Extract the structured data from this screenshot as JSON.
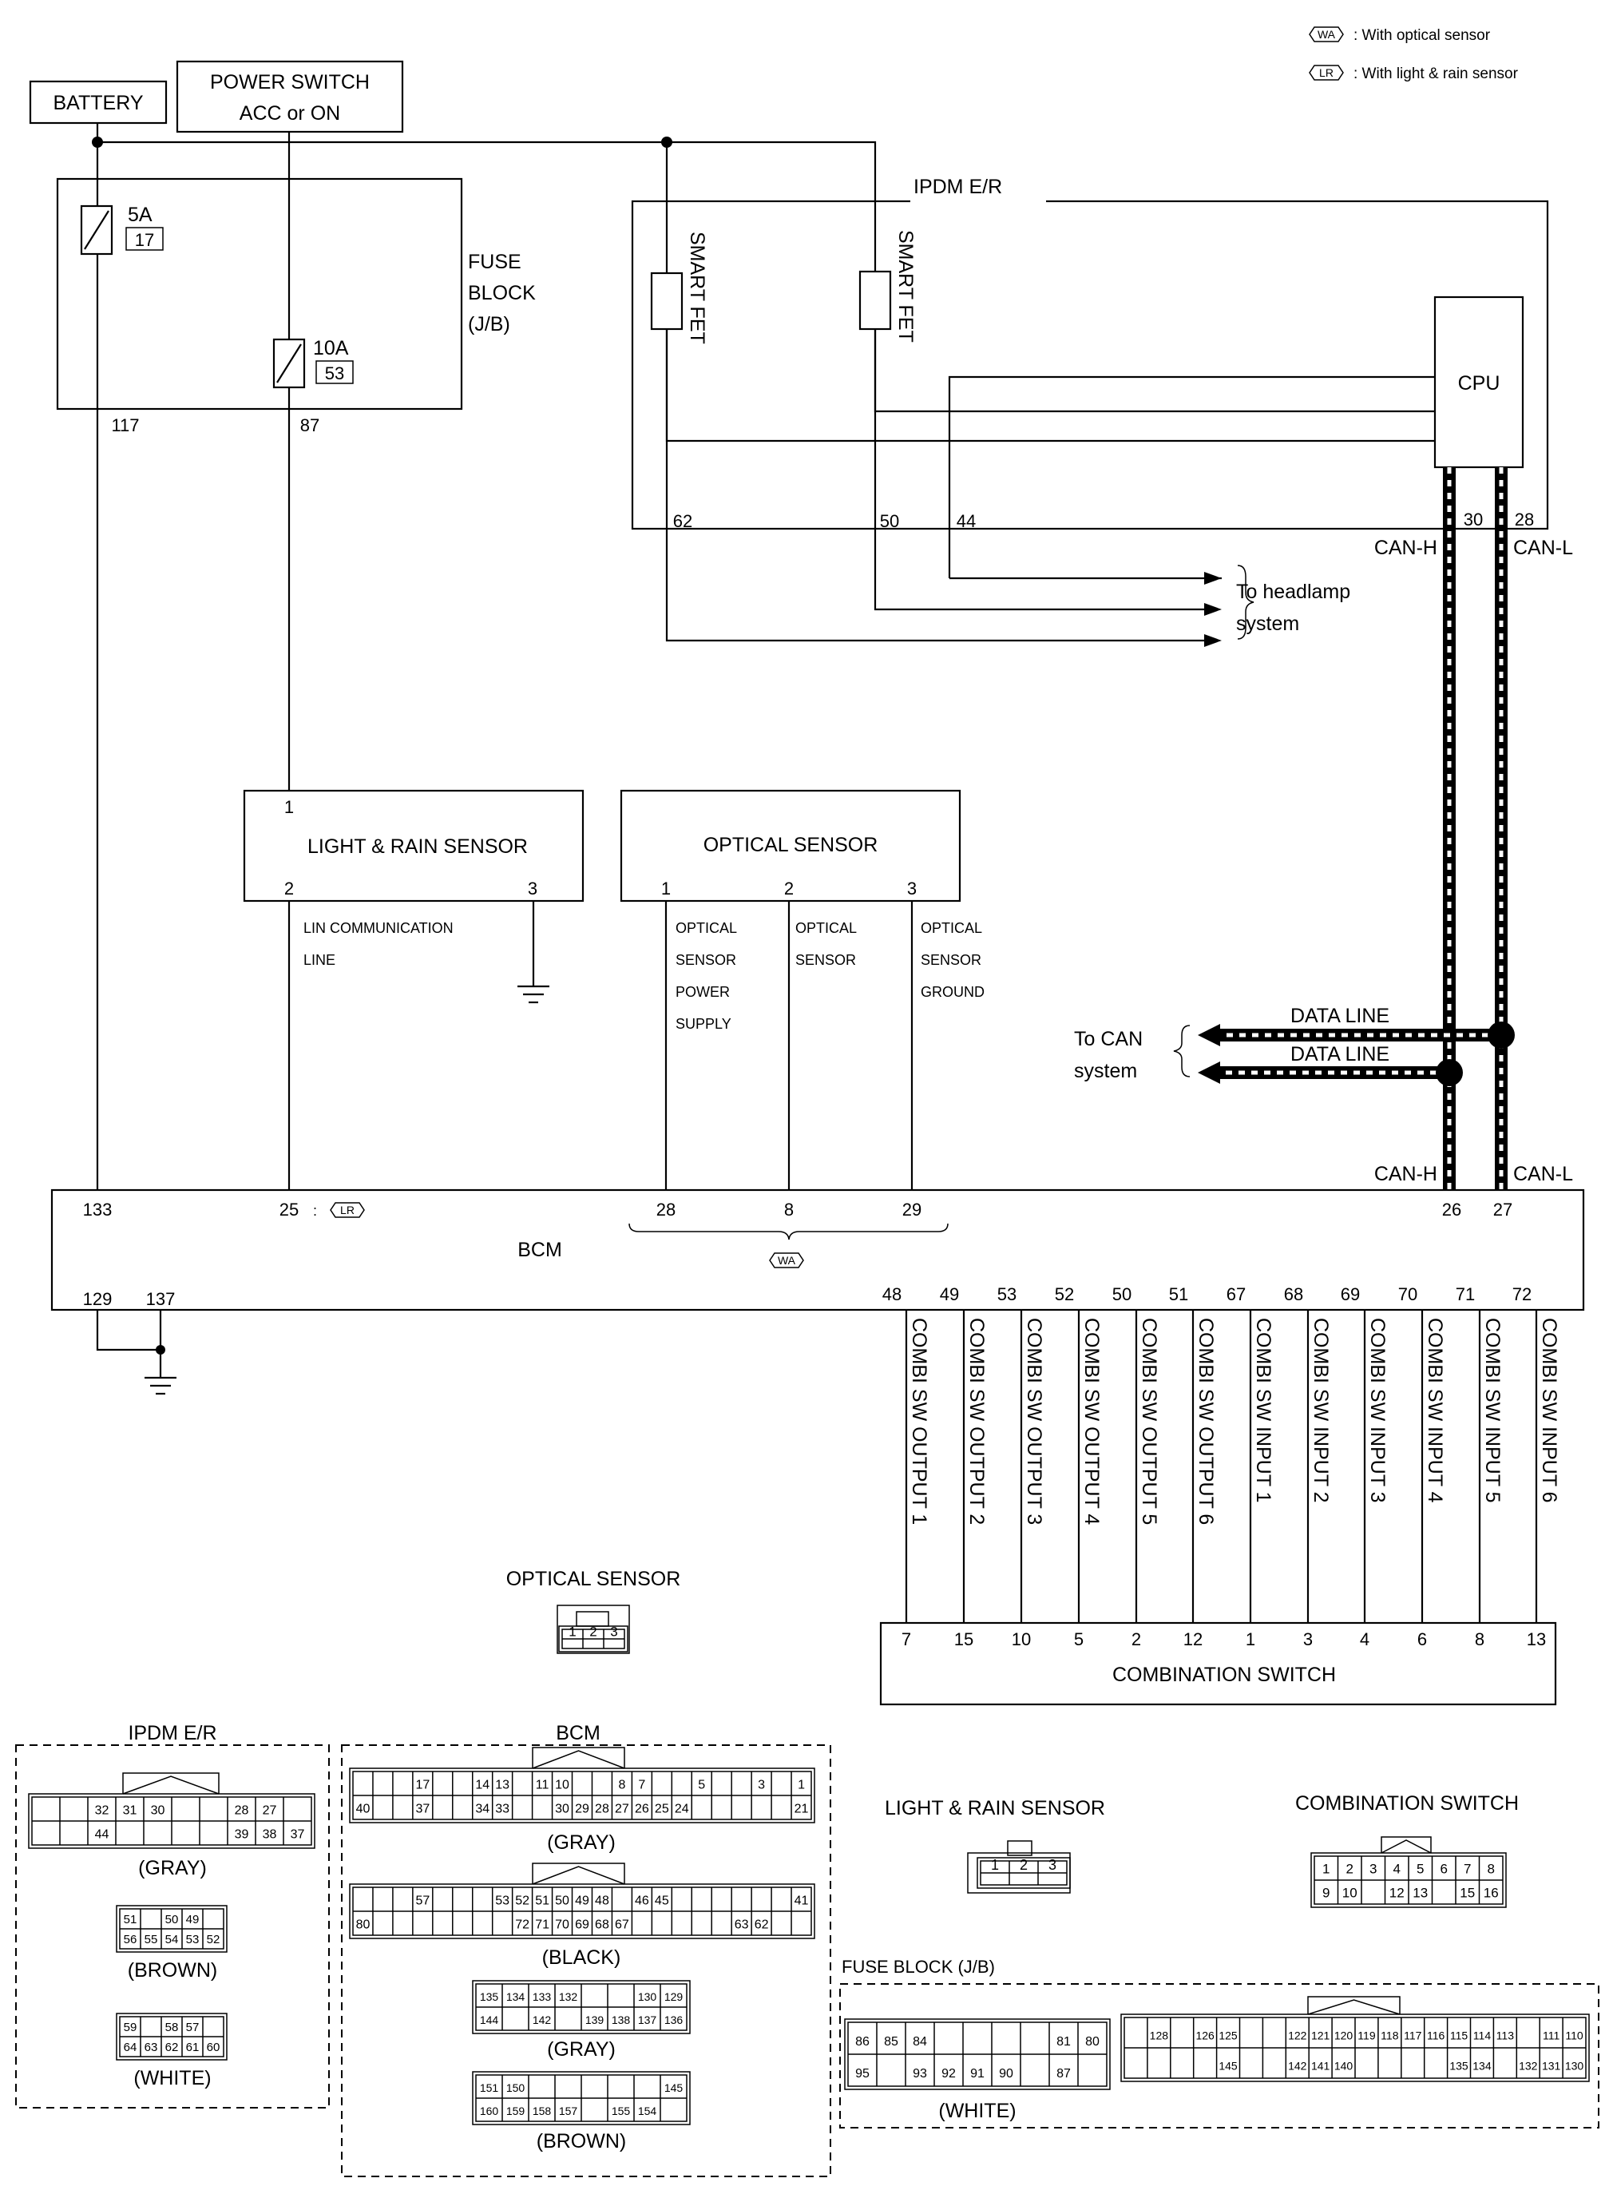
{
  "legend": {
    "wa_code": "WA",
    "wa_text": ": With optical sensor",
    "lr_code": "LR",
    "lr_text": ": With light & rain sensor"
  },
  "components": {
    "battery": "BATTERY",
    "power_switch": [
      "POWER SWITCH",
      "ACC or ON"
    ],
    "fuse_block": [
      "FUSE",
      "BLOCK",
      "(J/B)"
    ],
    "fuse_5a": "5A",
    "fuse_5a_no": "17",
    "fuse_10a": "10A",
    "fuse_10a_no": "53",
    "fuse_pin_117": "117",
    "fuse_pin_87": "87",
    "ipdm": "IPDM E/R",
    "smart_fet": "SMART FET",
    "cpu": "CPU",
    "ipdm_pins": {
      "p62": "62",
      "p50": "50",
      "p44": "44",
      "p30": "30",
      "p28": "28"
    },
    "can_h": "CAN-H",
    "can_l": "CAN-L",
    "headlamp": [
      "To headlamp",
      "system"
    ],
    "light_rain_sensor": "LIGHT & RAIN SENSOR",
    "lrs_pins": {
      "p1": "1",
      "p2": "2",
      "p3": "3"
    },
    "optical_sensor": "OPTICAL SENSOR",
    "os_pins": {
      "p1": "1",
      "p2": "2",
      "p3": "3"
    },
    "lin_line": [
      "LIN COMMUNICATION",
      "LINE"
    ],
    "os_power": [
      "OPTICAL",
      "SENSOR",
      "POWER",
      "SUPPLY"
    ],
    "os_signal": [
      "OPTICAL",
      "SENSOR"
    ],
    "os_ground": [
      "OPTICAL",
      "SENSOR",
      "GROUND"
    ],
    "to_can": [
      "To CAN",
      "system"
    ],
    "data_line": "DATA LINE",
    "bcm": "BCM",
    "bcm_top_pins": {
      "p133": "133",
      "p25": "25",
      "p28": "28",
      "p8": "8",
      "p29": "29",
      "p26": "26",
      "p27": "27"
    },
    "bcm_ground_pins": {
      "p129": "129",
      "p137": "137"
    },
    "combi_switch": "COMBINATION SWITCH"
  },
  "combi_wires": [
    {
      "bcm_pin": "48",
      "label": "COMBI SW OUTPUT 1",
      "sw_pin": "7"
    },
    {
      "bcm_pin": "49",
      "label": "COMBI SW OUTPUT 2",
      "sw_pin": "15"
    },
    {
      "bcm_pin": "53",
      "label": "COMBI SW OUTPUT 3",
      "sw_pin": "10"
    },
    {
      "bcm_pin": "52",
      "label": "COMBI SW OUTPUT 4",
      "sw_pin": "5"
    },
    {
      "bcm_pin": "50",
      "label": "COMBI SW OUTPUT 5",
      "sw_pin": "2"
    },
    {
      "bcm_pin": "51",
      "label": "COMBI SW OUTPUT 6",
      "sw_pin": "12"
    },
    {
      "bcm_pin": "67",
      "label": "COMBI SW INPUT 1",
      "sw_pin": "1"
    },
    {
      "bcm_pin": "68",
      "label": "COMBI SW INPUT 2",
      "sw_pin": "3"
    },
    {
      "bcm_pin": "69",
      "label": "COMBI SW INPUT 3",
      "sw_pin": "4"
    },
    {
      "bcm_pin": "70",
      "label": "COMBI SW INPUT 4",
      "sw_pin": "6"
    },
    {
      "bcm_pin": "71",
      "label": "COMBI SW INPUT 5",
      "sw_pin": "8"
    },
    {
      "bcm_pin": "72",
      "label": "COMBI SW INPUT 6",
      "sw_pin": "13"
    }
  ],
  "connectors": {
    "optical_sensor": {
      "title": "OPTICAL SENSOR",
      "pins": [
        "1",
        "2",
        "3"
      ]
    },
    "light_rain_sensor": {
      "title": "LIGHT & RAIN SENSOR",
      "pins": [
        "1",
        "2",
        "3"
      ]
    },
    "ipdm": {
      "title": "IPDM E/R",
      "gray": {
        "top": [
          "",
          "",
          "32",
          "31",
          "30",
          "",
          "",
          "28",
          "27",
          ""
        ],
        "bottom": [
          "",
          "",
          "44",
          "",
          "",
          "",
          "",
          "39",
          "38",
          "37"
        ],
        "color": "(GRAY)"
      },
      "brown": {
        "top": [
          "51",
          "",
          "50",
          "49"
        ],
        "bottom": [
          "56",
          "55",
          "54",
          "53",
          "52"
        ],
        "color": "(BROWN)"
      },
      "white": {
        "top": [
          "59",
          "",
          "58",
          "57"
        ],
        "bottom": [
          "64",
          "63",
          "62",
          "61",
          "60"
        ],
        "color": "(WHITE)"
      }
    },
    "bcm": {
      "title": "BCM",
      "gray1": {
        "top": [
          "",
          "",
          "",
          "17",
          "",
          "",
          "14",
          "13",
          "",
          "11",
          "10",
          "",
          "",
          "8",
          "7",
          "",
          "",
          "5",
          "",
          "",
          "3",
          "",
          "1"
        ],
        "bottom": [
          "40",
          "",
          "",
          "37",
          "",
          "",
          "34",
          "33",
          "",
          "",
          "30",
          "29",
          "28",
          "27",
          "26",
          "25",
          "24",
          "",
          "",
          "",
          "",
          "",
          "21"
        ],
        "color": "(GRAY)"
      },
      "black": {
        "top": [
          "",
          "",
          "",
          "57",
          "",
          "",
          "",
          "53",
          "52",
          "51",
          "50",
          "49",
          "48",
          "",
          "46",
          "45",
          "",
          "",
          "",
          "",
          "",
          "",
          "41"
        ],
        "bottom": [
          "80",
          "",
          "",
          "",
          "",
          "",
          "",
          "",
          "72",
          "71",
          "70",
          "69",
          "68",
          "67",
          "",
          "",
          "",
          "",
          "",
          "63",
          "62",
          ""
        ],
        "color": "(BLACK)"
      },
      "gray2": {
        "top": [
          "135",
          "134",
          "133",
          "132",
          "",
          "",
          "130",
          "129"
        ],
        "bottom": [
          "144",
          "",
          "142",
          "",
          "139",
          "138",
          "137",
          "136"
        ],
        "color": "(GRAY)"
      },
      "brown": {
        "top": [
          "151",
          "150",
          "",
          "",
          "",
          "",
          "",
          "145"
        ],
        "bottom": [
          "160",
          "159",
          "158",
          "157",
          "",
          "155",
          "154",
          ""
        ],
        "color": "(BROWN)"
      }
    },
    "combination_switch": {
      "title": "COMBINATION SWITCH",
      "top": [
        "1",
        "2",
        "3",
        "4",
        "5",
        "6",
        "7",
        "8"
      ],
      "bottom": [
        "9",
        "10",
        "",
        "12",
        "13",
        "",
        "15",
        "16"
      ]
    },
    "fuse_block": {
      "title": "FUSE BLOCK (J/B)",
      "white": {
        "top": [
          "86",
          "85",
          "84",
          "",
          "",
          "",
          "",
          "81",
          "80"
        ],
        "bottom": [
          "95",
          "",
          "93",
          "92",
          "91",
          "90",
          "",
          "87"
        ],
        "color": "(WHITE)"
      },
      "large": {
        "top": [
          "",
          "128",
          "",
          "126",
          "125",
          "",
          "",
          "122",
          "121",
          "120",
          "119",
          "118",
          "117",
          "116",
          "115",
          "114",
          "113",
          "",
          "111",
          "110"
        ],
        "bottom": [
          "",
          "",
          "",
          "",
          "145",
          "",
          "",
          "142",
          "141",
          "140",
          "",
          "",
          "",
          "",
          "135",
          "134",
          "",
          "132",
          "131",
          "130"
        ]
      }
    }
  }
}
